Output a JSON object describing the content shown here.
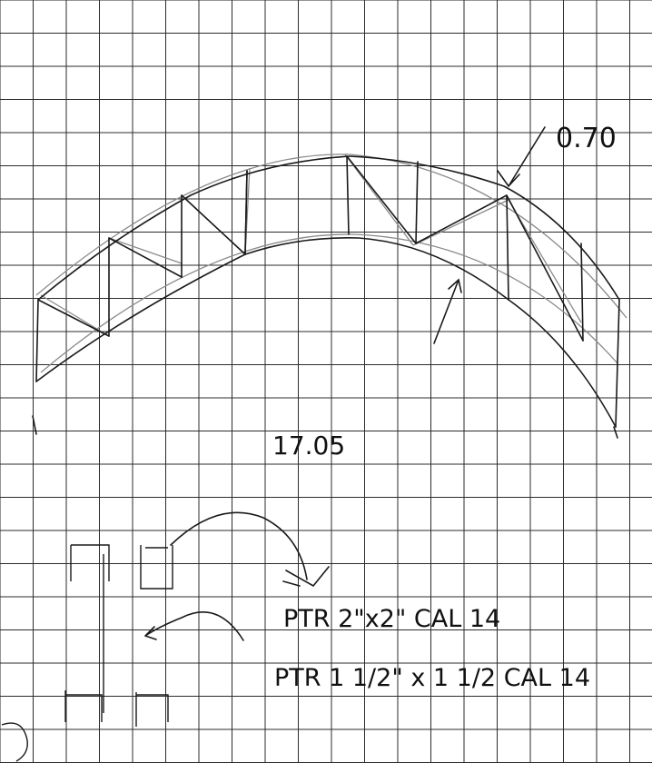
{
  "sheet": {
    "paper_color": "#ffffff",
    "grid_color": "#2b2b2b",
    "ink_color": "#1a1a1a",
    "pencil_color": "#8a8a8a"
  },
  "annotations": {
    "clearance": "0.70",
    "span": "17.05",
    "section_large": "PTR 2\"x2\" CAL 14",
    "section_small": "PTR 1 1/2\" x 1 1/2 CAL 14"
  }
}
